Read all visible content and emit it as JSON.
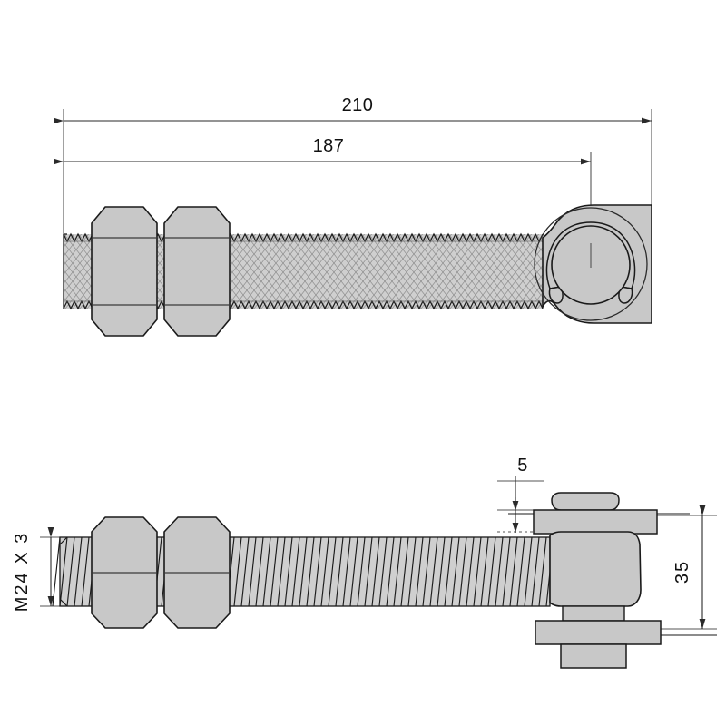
{
  "drawing": {
    "title": "Eye bolt with hex nuts – two orthographic views",
    "background_color": "#ffffff",
    "metal_fill": "#c8c8c8",
    "metal_fill_light": "#d4d4d4",
    "metal_fill_dark": "#bdbdbd",
    "line_color": "#1a1a1a",
    "dim_line_color": "#555555",
    "text_color": "#111111"
  },
  "dimensions": {
    "overall_length": {
      "label": "210",
      "name": "overall-length-dimension",
      "orientation": "horizontal",
      "view": "top"
    },
    "pin_center_length": {
      "label": "187",
      "name": "eye-center-length-dimension",
      "orientation": "horizontal",
      "view": "top"
    },
    "thread_spec": {
      "label": "M24  X  3",
      "name": "thread-spec-dimension",
      "orientation": "vertical",
      "view": "bottom"
    },
    "plate_thickness": {
      "label": "5",
      "name": "plate-thickness-dimension",
      "orientation": "vertical",
      "view": "bottom"
    },
    "head_height": {
      "label": "35",
      "name": "head-height-dimension",
      "orientation": "vertical",
      "view": "bottom"
    }
  },
  "views": {
    "top": {
      "name": "front-elevation-view",
      "components": [
        {
          "name": "threaded-shank",
          "label": "threaded shank"
        },
        {
          "name": "hex-nut-outer",
          "label": "hex nut"
        },
        {
          "name": "hex-nut-inner",
          "label": "hex nut"
        },
        {
          "name": "eye-head",
          "label": "eye head"
        },
        {
          "name": "retaining-clip",
          "label": "retaining clip"
        },
        {
          "name": "eye-bore",
          "label": "eye bore"
        }
      ]
    },
    "bottom": {
      "name": "side-elevation-view",
      "components": [
        {
          "name": "threaded-shank",
          "label": "threaded shank"
        },
        {
          "name": "hex-nut-outer",
          "label": "hex nut"
        },
        {
          "name": "hex-nut-inner",
          "label": "hex nut"
        },
        {
          "name": "head-body",
          "label": "head body"
        },
        {
          "name": "upper-plate",
          "label": "upper plate"
        },
        {
          "name": "lower-plate",
          "label": "lower plate"
        },
        {
          "name": "upper-clip",
          "label": "upper clip"
        },
        {
          "name": "lower-clip",
          "label": "lower clip"
        }
      ]
    }
  }
}
